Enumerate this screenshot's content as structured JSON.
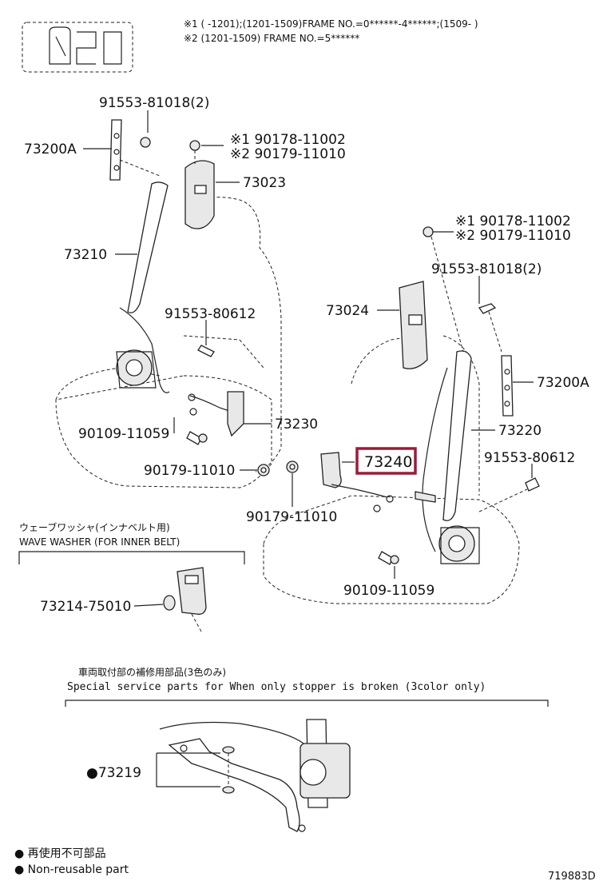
{
  "header": {
    "note1": "※1 (      -1201);(1201-1509)FRAME NO.=0******-4******;(1509-      )",
    "note2": "※2 (1201-1509) FRAME NO.=5******"
  },
  "labels": {
    "p_91553_81018_left": "91553-81018(2)",
    "p_73200A_left": "73200A",
    "p_90178_left": "※1 90178-11002",
    "p_90179_left_top": "※2 90179-11010",
    "p_73023": "73023",
    "p_73210": "73210",
    "p_91553_80612_left": "91553-80612",
    "p_90109_left": "90109-11059",
    "p_73230": "73230",
    "p_90179_left_bottom": "90179-11010",
    "p_90178_right": "※1 90178-11002",
    "p_90179_right_top": "※2 90179-11010",
    "p_91553_81018_right": "91553-81018(2)",
    "p_73024": "73024",
    "p_73200A_right": "73200A",
    "p_73220": "73220",
    "p_73240": "73240",
    "p_91553_80612_right": "91553-80612",
    "p_90179_center": "90179-11010",
    "p_90109_right": "90109-11059"
  },
  "wave_washer": {
    "jp": "ウェーブワッシャ(インナベルト用)",
    "en": "WAVE WASHER (FOR INNER BELT)",
    "part": "73214-75010"
  },
  "special": {
    "jp": "車両取付部の補修用部品(3色のみ)",
    "en": "Special  service  parts  for  When  only  stopper  is  broken  (3color  only)",
    "part": "●73219"
  },
  "legend": {
    "jp": "● 再使用不可部品",
    "en": "● Non-reusable part"
  },
  "footer": {
    "code": "719883D"
  },
  "highlight_color": "#9a1c3a"
}
